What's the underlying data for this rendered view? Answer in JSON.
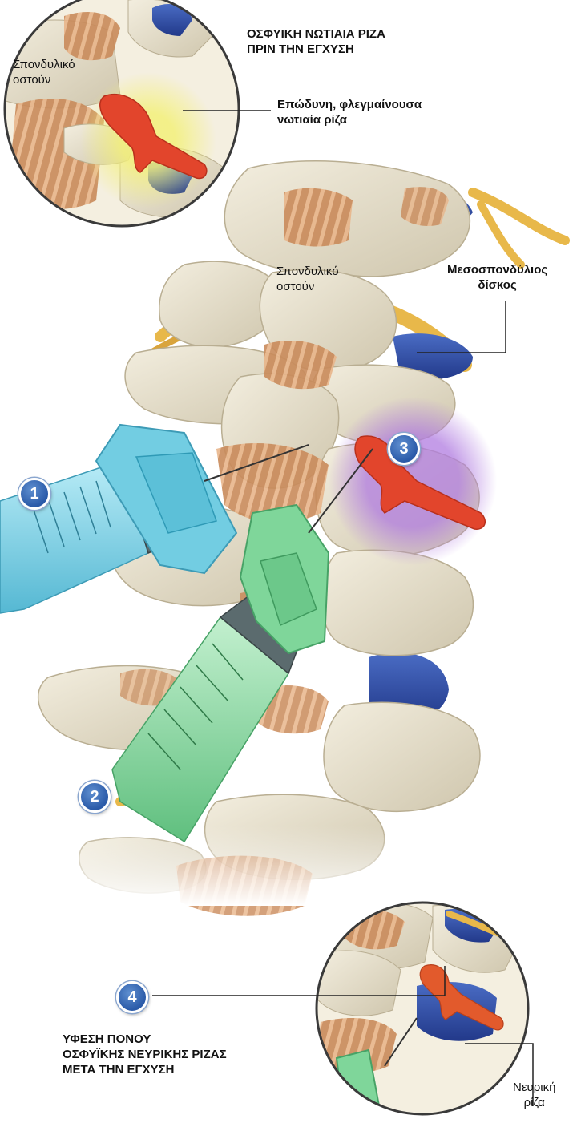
{
  "top_inset": {
    "title_lines": [
      "ΟΣΦΥΙΚΗ ΝΩΤΙΑΙΑ ΡΙΖΑ",
      "ΠΡΙΝ ΤΗΝ ΕΓΧΥΣΗ"
    ],
    "bone_label_lines": [
      "Σπονδυλικό",
      "οστούν"
    ],
    "root_label_lines": [
      "Επώδυνη, φλεγμαίνουσα",
      "νωτιαία ρίζα"
    ]
  },
  "main": {
    "bone_label_lines": [
      "Σπονδυλικό",
      "οστούν"
    ],
    "disc_label_lines": [
      "Μεσοσπονδύλιος",
      "δίσκος"
    ]
  },
  "bottom_inset": {
    "title_lines": [
      "ΥΦΕΣΗ ΠΟΝΟΥ",
      "ΟΣΦΥΪΚΗΣ ΝΕΥΡΙΚΗΣ ΡΙΖΑΣ",
      "ΜΕΤΑ ΤΗΝ ΕΓΧΥΣΗ"
    ],
    "root_label_lines": [
      "Νευρική",
      "ρίζα"
    ]
  },
  "badges": [
    "1",
    "2",
    "3",
    "4"
  ],
  "colors": {
    "bone": "#e9e2cf",
    "muscle": "#c98a5a",
    "disc": "#2d4fa8",
    "nerve_inflamed": "#e2452c",
    "nerve_yellow": "#e8b84a",
    "syringe_blue": "#6fcbe0",
    "syringe_green": "#7fd69a",
    "badge": "#3b6ab8"
  }
}
